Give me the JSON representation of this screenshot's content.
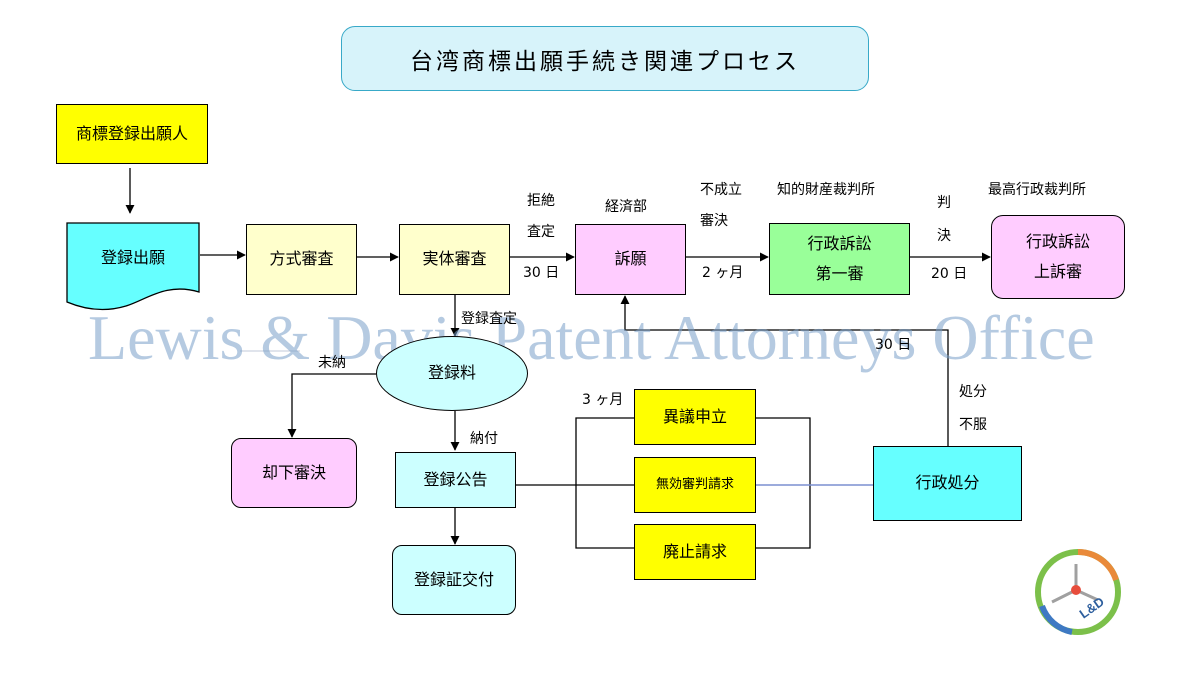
{
  "title": "台湾商標出願手続き関連プロセス",
  "watermark": "Lewis & Davis Patent Attorneys Office",
  "logo_text": "L&D",
  "nodes": {
    "applicant": "商標登録出願人",
    "application": "登録出願",
    "formality": "方式審査",
    "substantive": "実体審査",
    "appeal": "訴願",
    "admin_suit_first_line1": "行政訴訟",
    "admin_suit_first_line2": "第一審",
    "supreme_appeal_line1": "行政訴訟",
    "supreme_appeal_line2": "上訴審",
    "registration_fee": "登録料",
    "rejection": "却下審決",
    "publication": "登録公告",
    "certificate": "登録証交付",
    "opposition": "異議申立",
    "invalidation": "無効審判請求",
    "cancellation": "廃止請求",
    "admin_disposition": "行政処分"
  },
  "labels": {
    "rejection_decision_line1": "拒絶",
    "rejection_decision_line2": "査定",
    "days30_a": "30 日",
    "ministry": "経済部",
    "unsuccessful_line1": "不成立",
    "unsuccessful_line2": "審決",
    "months2": "2 ヶ月",
    "ip_court": "知的財産裁判所",
    "judgment_line1": "判",
    "judgment_line2": "決",
    "days20": "20 日",
    "supreme_court": "最高行政裁判所",
    "registration_decision": "登録査定",
    "unpaid": "未納",
    "paid": "納付",
    "months3": "3 ヶ月",
    "days30_b": "30 日",
    "dispute_line1": "処分",
    "dispute_line2": "不服"
  },
  "colors": {
    "yellow": "#ffff00",
    "cyan": "#66ffff",
    "light_yellow": "#ffffcc",
    "pink": "#ffccff",
    "green": "#99ff99",
    "light_cyan": "#ccffff",
    "title_bg": "#d7f3fa",
    "title_border": "#38a9c8",
    "connector_blue": "#7b8fd0"
  }
}
